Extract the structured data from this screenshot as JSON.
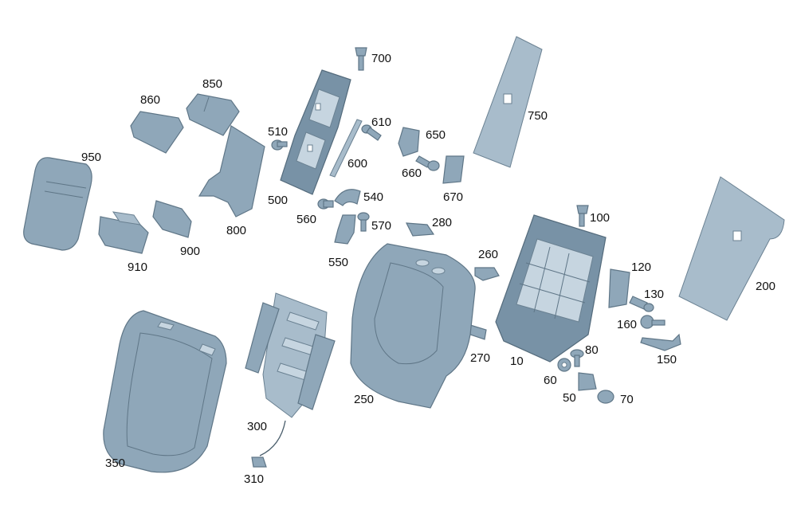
{
  "callouts": {
    "c700": "700",
    "c860": "860",
    "c850": "850",
    "c510": "510",
    "c610": "610",
    "c650": "650",
    "c750": "750",
    "c950": "950",
    "c600": "600",
    "c660": "660",
    "c670": "670",
    "c500": "500",
    "c540": "540",
    "c560": "560",
    "c570": "570",
    "c280": "280",
    "c800": "800",
    "c900": "900",
    "c910": "910",
    "c550": "550",
    "c260": "260",
    "c100": "100",
    "c120": "120",
    "c200": "200",
    "c130": "130",
    "c160": "160",
    "c150": "150",
    "c270": "270",
    "c10": "10",
    "c80": "80",
    "c60": "60",
    "c50": "50",
    "c70": "70",
    "c250": "250",
    "c300": "300",
    "c310": "310",
    "c350": "350"
  }
}
